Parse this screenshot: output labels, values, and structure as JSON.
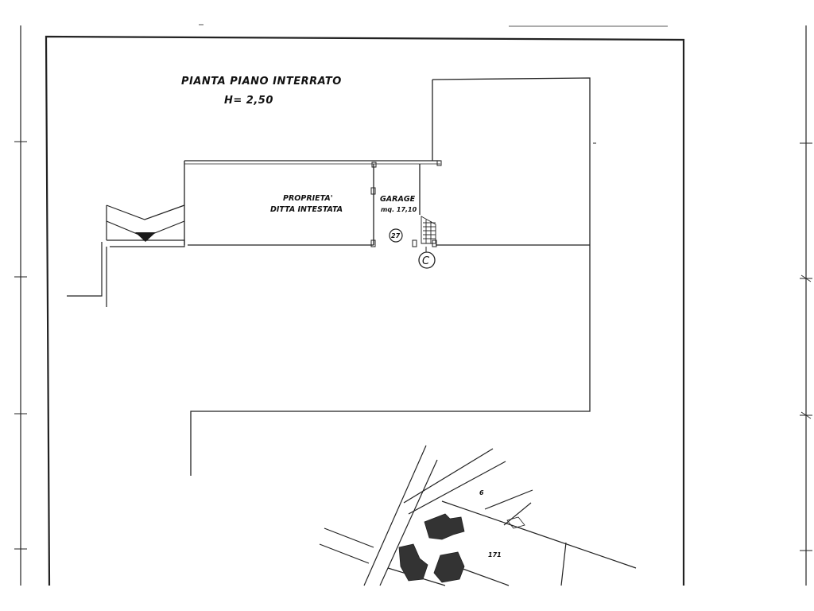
{
  "plan": {
    "title_line1": "PIANTA PIANO INTERRATO",
    "title_line2": "H= 2,50"
  },
  "rooms": {
    "proprieta_line1": "PROPRIETA'",
    "proprieta_line2": "DITTA INTESTATA",
    "garage_name": "GARAGE",
    "garage_area": "mq. 17,10",
    "garage_number": "27",
    "marker_letter": "C"
  },
  "site_map": {
    "parcel_a": "6",
    "parcel_b": "171"
  },
  "colors": {
    "ink": "#222222",
    "paper": "#ffffff",
    "fill_dark": "#1a1a1a"
  }
}
